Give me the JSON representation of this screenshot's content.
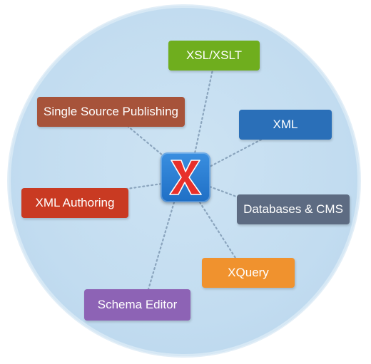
{
  "diagram": {
    "hub": {
      "icon": "oxygen-x-logo-icon"
    },
    "nodes": [
      {
        "id": "xsl-xslt",
        "label": "XSL/XSLT",
        "color": "#6fae1e"
      },
      {
        "id": "single-source-publishing",
        "label": "Single Source Publishing",
        "color": "#a7533a"
      },
      {
        "id": "xml",
        "label": "XML",
        "color": "#2a6fb8"
      },
      {
        "id": "xml-authoring",
        "label": "XML Authoring",
        "color": "#c93a22"
      },
      {
        "id": "databases-cms",
        "label": "Databases & CMS",
        "color": "#5d6b82"
      },
      {
        "id": "xquery",
        "label": "XQuery",
        "color": "#f0922e"
      },
      {
        "id": "schema-editor",
        "label": "Schema Editor",
        "color": "#8d63b5"
      }
    ],
    "colors": {
      "background_circle": "#c5ddf1",
      "connector": "#8aa4bd",
      "hub": "#2a7bd3",
      "hub_x": "#e8302a"
    }
  }
}
